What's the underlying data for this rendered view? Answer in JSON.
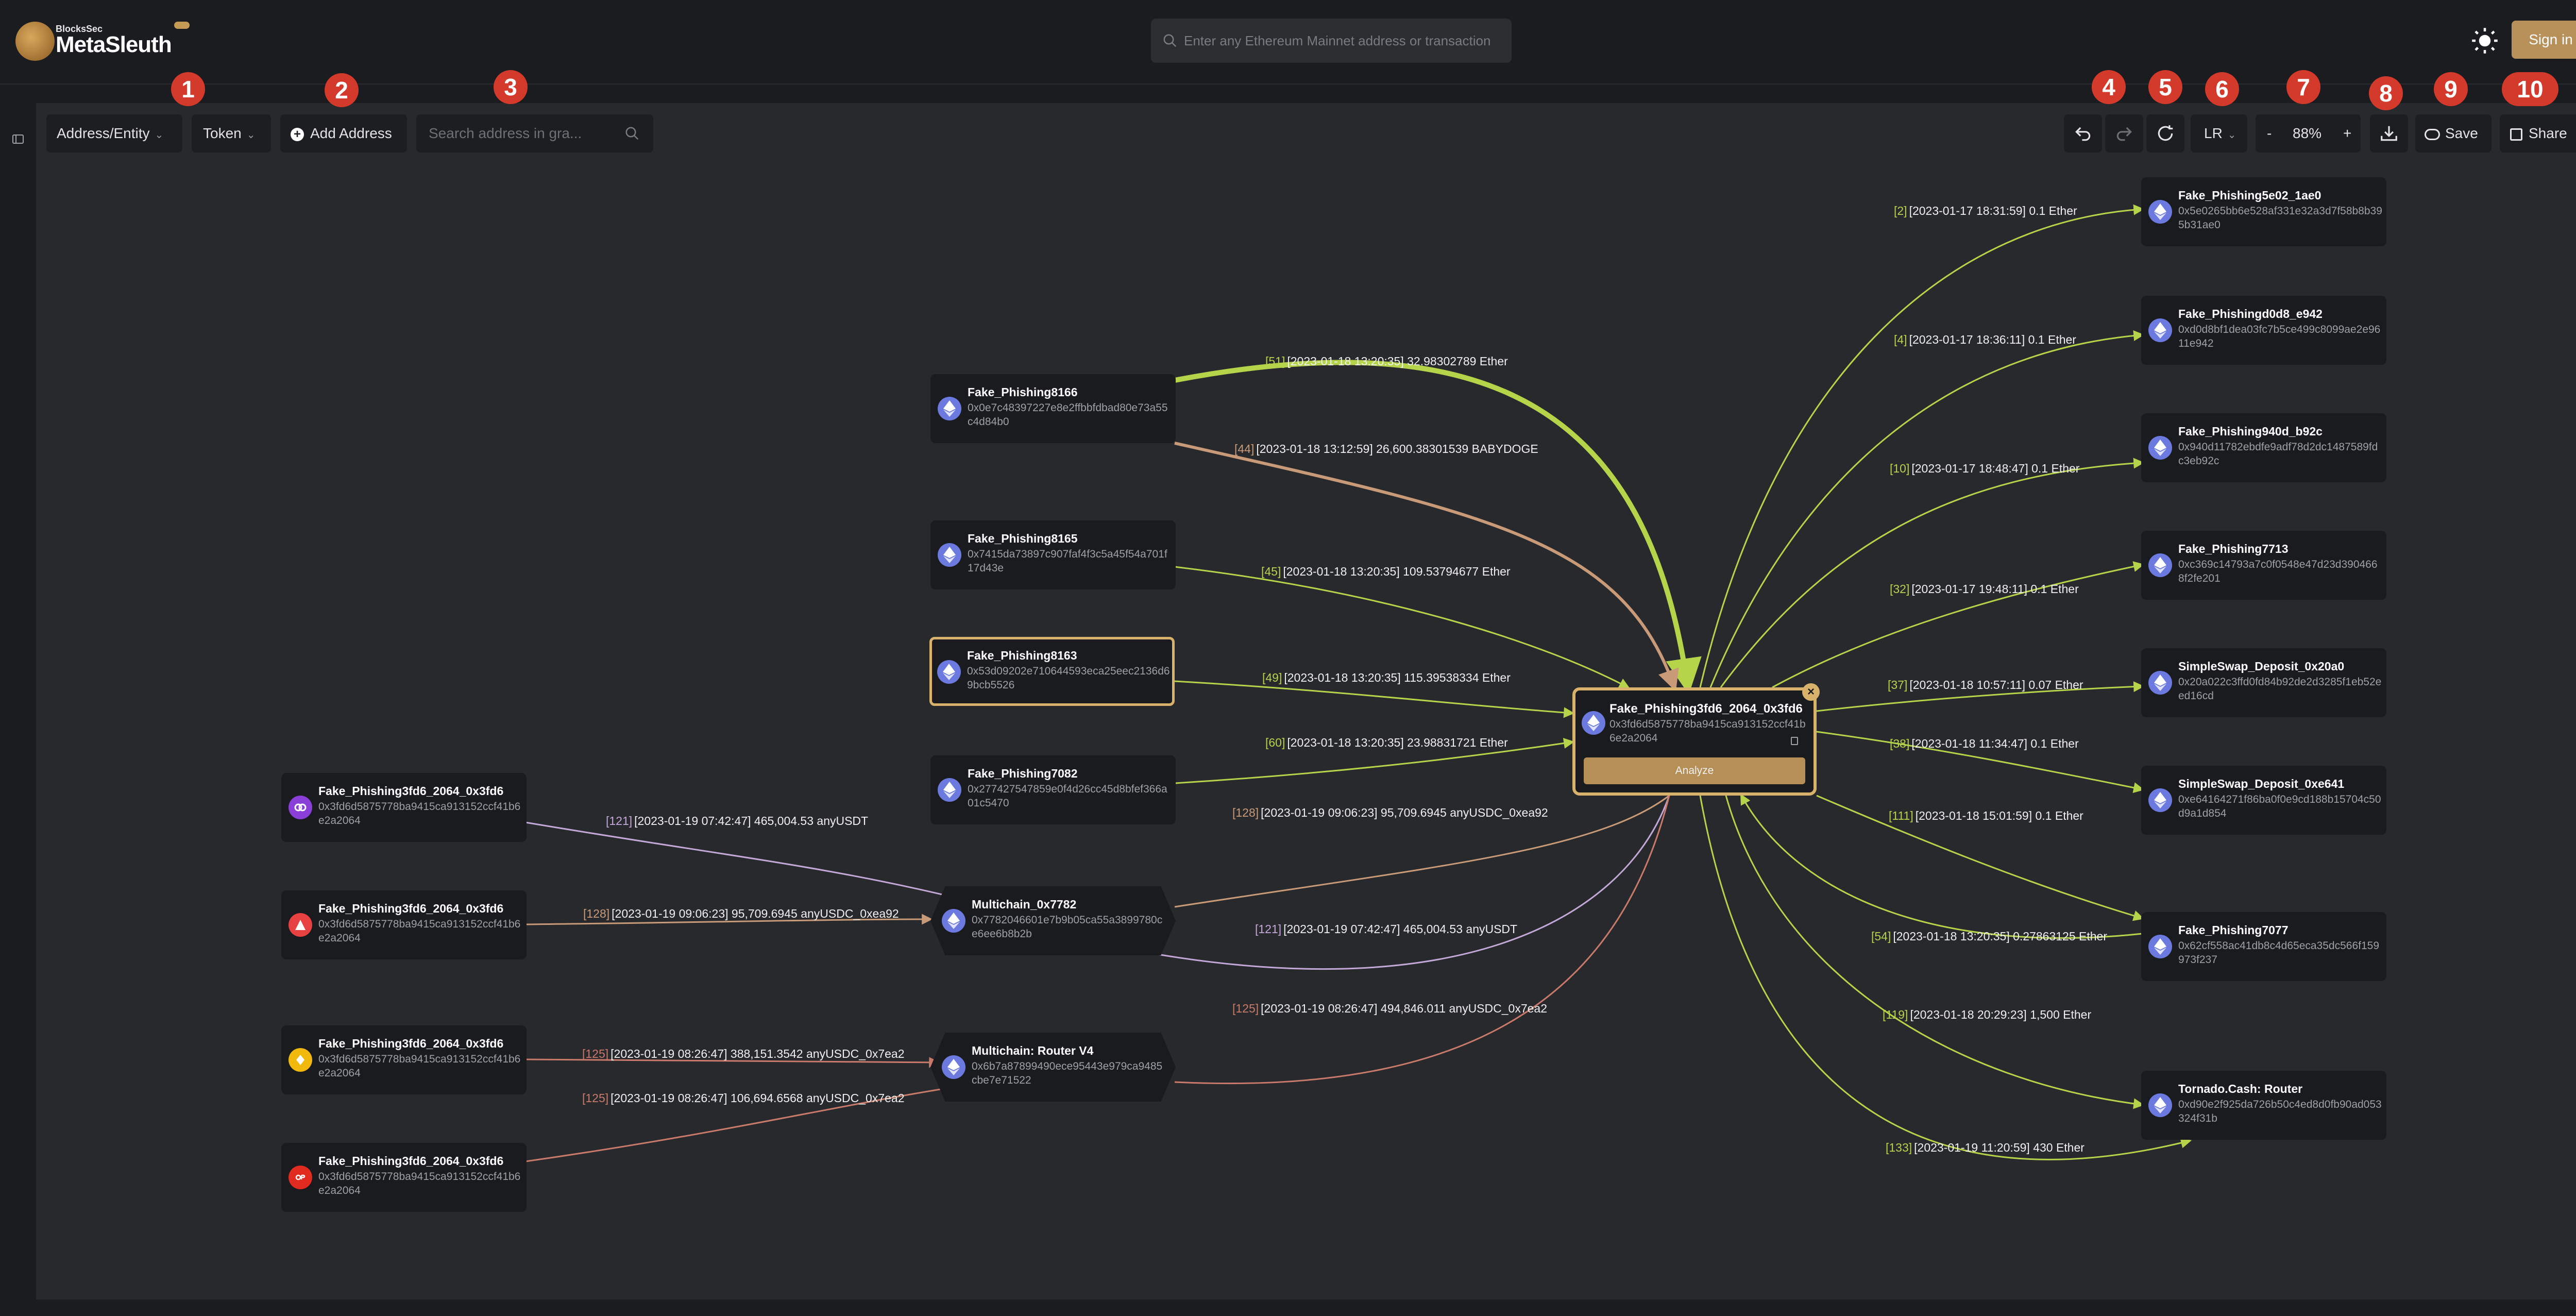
{
  "header": {
    "brand_small": "BlocksSec",
    "brand": "MetaSleuth",
    "search_placeholder": "Enter any Ethereum Mainnet address or transaction",
    "signin_label": "Sign in"
  },
  "toolbar": {
    "view_mode": "Address/Entity",
    "token_filter": "Token",
    "add_address_label": "Add Address",
    "graph_search_placeholder": "Search address in gra...",
    "layout_direction": "LR",
    "zoom_minus": "-",
    "zoom_level": "88%",
    "zoom_plus": "+",
    "save_label": "Save",
    "share_label": "Share"
  },
  "badges": [
    "1",
    "2",
    "3",
    "4",
    "5",
    "6",
    "7",
    "8",
    "9",
    "10"
  ],
  "colors": {
    "accent": "#d8b26a",
    "ether_edge": "#b5d44a",
    "babydoge_edge": "#c99a78",
    "usdt_edge": "#c3a8d8",
    "usdc_edge": "#c97a6a",
    "badge": "#d33a2c"
  },
  "center_node": {
    "name": "Fake_Phishing3fd6_2064_0x3fd6",
    "address": "0x3fd6d5875778ba9415ca913152ccf41b6e2a2064",
    "action_label": "Analyze",
    "icon": "ethereum-icon"
  },
  "source_nodes": [
    {
      "name": "Fake_Phishing8166",
      "address": "0x0e7c48397227e8e2ffbbfdbad80e73a55c4d84b0",
      "icon": "ethereum-icon"
    },
    {
      "name": "Fake_Phishing8165",
      "address": "0x7415da73897c907faf4f3c5a45f54a701f17d43e",
      "icon": "ethereum-icon"
    },
    {
      "name": "Fake_Phishing8163",
      "address": "0x53d09202e710644593eca25eec2136d69bcb5526",
      "icon": "ethereum-icon",
      "selected": true
    },
    {
      "name": "Fake_Phishing7082",
      "address": "0x277427547859e0f4d26cc45d8bfef366a01c5470",
      "icon": "ethereum-icon"
    }
  ],
  "bridge_nodes": [
    {
      "name": "Fake_Phishing3fd6_2064_0x3fd6",
      "address": "0x3fd6d5875778ba9415ca913152ccf41b6e2a2064",
      "icon": "chain-link-icon"
    },
    {
      "name": "Fake_Phishing3fd6_2064_0x3fd6",
      "address": "0x3fd6d5875778ba9415ca913152ccf41b6e2a2064",
      "icon": "avalanche-icon"
    },
    {
      "name": "Fake_Phishing3fd6_2064_0x3fd6",
      "address": "0x3fd6d5875778ba9415ca913152ccf41b6e2a2064",
      "icon": "bnb-icon"
    },
    {
      "name": "Fake_Phishing3fd6_2064_0x3fd6",
      "address": "0x3fd6d5875778ba9415ca913152ccf41b6e2a2064",
      "icon": "optimism-icon"
    }
  ],
  "multichain_nodes": [
    {
      "name": "Multichain_0x7782",
      "address": "0x7782046601e7b9b05ca55a3899780ce6ee6b8b2b",
      "icon": "ethereum-icon"
    },
    {
      "name": "Multichain: Router V4",
      "address": "0x6b7a87899490ece95443e979ca9485cbe7e71522",
      "icon": "ethereum-icon"
    }
  ],
  "target_nodes": [
    {
      "name": "Fake_Phishing5e02_1ae0",
      "address": "0x5e0265bb6e528af331e32a3d7f58b8b395b31ae0",
      "icon": "ethereum-icon"
    },
    {
      "name": "Fake_Phishingd0d8_e942",
      "address": "0xd0d8bf1dea03fc7b5ce499c8099ae2e9611e942",
      "icon": "ethereum-icon"
    },
    {
      "name": "Fake_Phishing940d_b92c",
      "address": "0x940d11782ebdfe9adf78d2dc1487589fdc3eb92c",
      "icon": "ethereum-icon"
    },
    {
      "name": "Fake_Phishing7713",
      "address": "0xc369c14793a7c0f0548e47d23d3904668f2fe201",
      "icon": "ethereum-icon"
    },
    {
      "name": "SimpleSwap_Deposit_0x20a0",
      "address": "0x20a022c3ffd0fd84b92de2d3285f1eb52eed16cd",
      "icon": "ethereum-icon"
    },
    {
      "name": "SimpleSwap_Deposit_0xe641",
      "address": "0xe64164271f86ba0f0e9cd188b15704c50d9a1d854",
      "icon": "ethereum-icon"
    },
    {
      "name": "Fake_Phishing7077",
      "address": "0x62cf558ac41db8c4d65eca35dc566f159973f237",
      "icon": "ethereum-icon"
    },
    {
      "name": "Tornado.Cash: Router",
      "address": "0xd90e2f925da726b50c4ed8d0fb90ad053324f31b",
      "icon": "ethereum-icon"
    }
  ],
  "edge_labels": {
    "e51": {
      "count": "[51]",
      "text": "[2023-01-18 13:20:35] 32.98302789 Ether"
    },
    "e44": {
      "count": "[44]",
      "text": "[2023-01-18 13:12:59] 26,600.38301539 BABYDOGE"
    },
    "e45": {
      "count": "[45]",
      "text": "[2023-01-18 13:20:35] 109.53794677 Ether"
    },
    "e49": {
      "count": "[49]",
      "text": "[2023-01-18 13:20:35] 115.39538334 Ether"
    },
    "e60": {
      "count": "[60]",
      "text": "[2023-01-18 13:20:35] 23.98831721 Ether"
    },
    "e128a": {
      "count": "[128]",
      "text": "[2023-01-19 09:06:23] 95,709.6945 anyUSDC_0xea92"
    },
    "e121a": {
      "count": "[121]",
      "text": "[2023-01-19 07:42:47] 465,004.53 anyUSDT"
    },
    "e128b": {
      "count": "[128]",
      "text": "[2023-01-19 09:06:23] 95,709.6945 anyUSDC_0xea92"
    },
    "e121b": {
      "count": "[121]",
      "text": "[2023-01-19 07:42:47] 465,004.53 anyUSDT"
    },
    "e125a": {
      "count": "[125]",
      "text": "[2023-01-19 08:26:47] 388,151.3542 anyUSDC_0x7ea2"
    },
    "e125b": {
      "count": "[125]",
      "text": "[2023-01-19 08:26:47] 106,694.6568 anyUSDC_0x7ea2"
    },
    "e125c": {
      "count": "[125]",
      "text": "[2023-01-19 08:26:47] 494,846.011 anyUSDC_0x7ea2"
    },
    "e2": {
      "count": "[2]",
      "text": "[2023-01-17 18:31:59] 0.1 Ether"
    },
    "e4": {
      "count": "[4]",
      "text": "[2023-01-17 18:36:11] 0.1 Ether"
    },
    "e10": {
      "count": "[10]",
      "text": "[2023-01-17 18:48:47] 0.1 Ether"
    },
    "e32": {
      "count": "[32]",
      "text": "[2023-01-17 19:48:11] 0.1 Ether"
    },
    "e37": {
      "count": "[37]",
      "text": "[2023-01-18 10:57:11] 0.07 Ether"
    },
    "e38": {
      "count": "[38]",
      "text": "[2023-01-18 11:34:47] 0.1 Ether"
    },
    "e111": {
      "count": "[111]",
      "text": "[2023-01-18 15:01:59] 0.1 Ether"
    },
    "e54": {
      "count": "[54]",
      "text": "[2023-01-18 13:20:35] 0.27863125 Ether"
    },
    "e119": {
      "count": "[119]",
      "text": "[2023-01-18 20:29:23] 1,500 Ether"
    },
    "e133": {
      "count": "[133]",
      "text": "[2023-01-19 11:20:59] 430 Ether"
    }
  }
}
